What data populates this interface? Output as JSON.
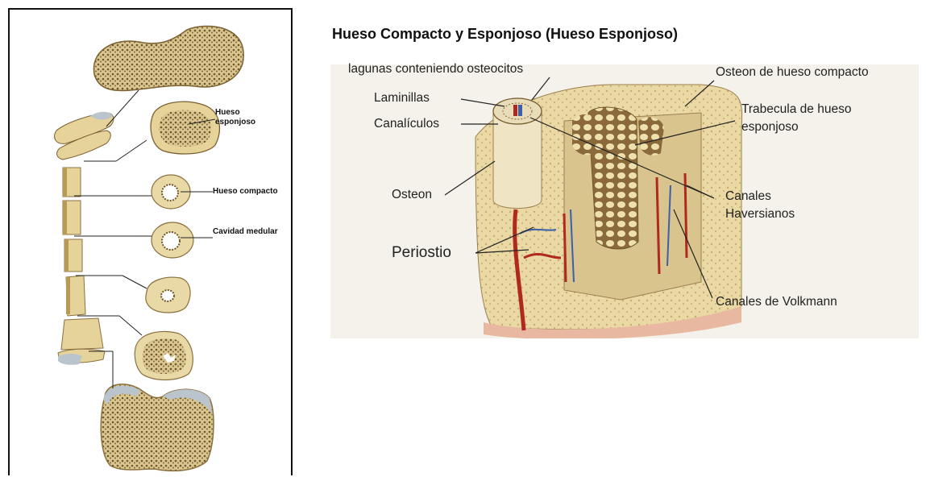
{
  "left_figure": {
    "labels": {
      "hueso_esponjoso_line1": "Hueso",
      "hueso_esponjoso_line2": "esponjoso",
      "hueso_compacto": "Hueso compacto",
      "cavidad_medular": "Cavidad medular"
    }
  },
  "right_figure": {
    "title": "Hueso Compacto y Esponjoso (Hueso Esponjoso)",
    "labels": {
      "lagunas": "lagunas conteniendo osteocitos",
      "laminillas": "Laminillas",
      "canaliculos": "Canalículos",
      "osteon": "Osteon",
      "periostio": "Periostio",
      "osteon_compacto": "Osteon de hueso compacto",
      "trabecula_line1": "Trabecula de hueso",
      "trabecula_line2": "esponjoso",
      "canales_haversianos_line1": "Canales",
      "canales_haversianos_line2": "Haversianos",
      "canales_volkmann": "Canales de Volkmann"
    }
  },
  "colors": {
    "bone": "#e8d9a6",
    "bone_dark": "#8a7040",
    "cartilage": "#b9c4cc",
    "vessel_red": "#b0291e",
    "vessel_blue": "#3b5fa8"
  }
}
